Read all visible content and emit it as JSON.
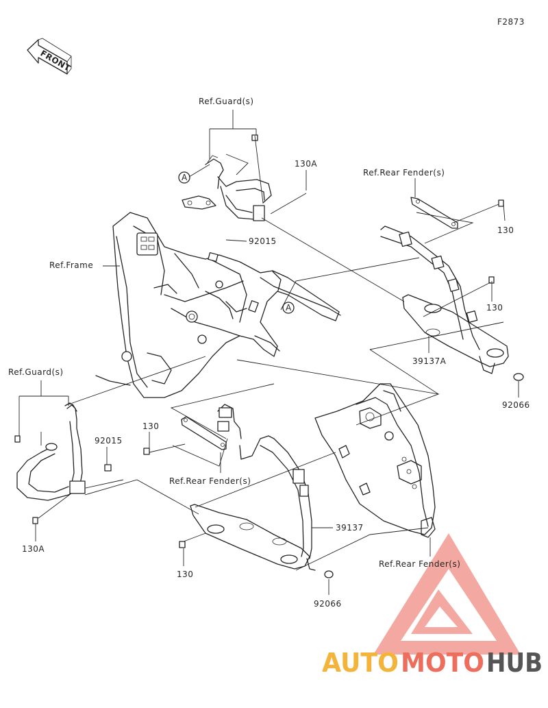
{
  "figure_code": "F2873",
  "front_label": "FRONT",
  "callouts": {
    "ref_guard_top": "Ref.Guard(s)",
    "ref_guard_left": "Ref.Guard(s)",
    "ref_frame": "Ref.Frame",
    "ref_rear_fender_top": "Ref.Rear Fender(s)",
    "ref_rear_fender_mid": "Ref.Rear Fender(s)",
    "ref_rear_fender_bottom": "Ref.Rear Fender(s)",
    "p130a_top": "130A",
    "p130a_left": "130A",
    "p92015_top": "92015",
    "p92015_left": "92015",
    "p130_right_top": "130",
    "p130_right_mid": "130",
    "p130_left_mid": "130",
    "p130_bottom": "130",
    "p39137a": "39137A",
    "p39137": "39137",
    "p92066_right": "92066",
    "p92066_bottom": "92066",
    "marker_a": "A"
  },
  "watermark": {
    "part1": "AUTO",
    "part2": "MOTO",
    "part3": "HUB",
    "color1": "#f4b43c",
    "color2": "#ee6e5e",
    "color3": "#555555",
    "logo_color": "#f19b91"
  }
}
